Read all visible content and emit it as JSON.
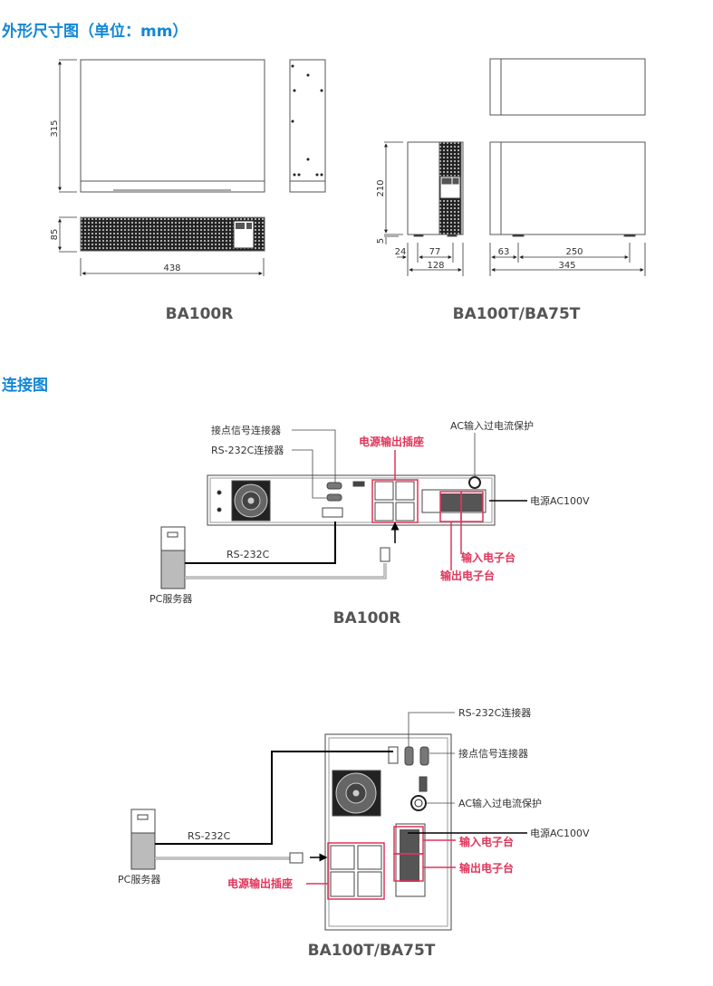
{
  "dimensions_section": {
    "title": "外形尺寸图（单位：mm）",
    "ba100r": {
      "caption": "BA100R",
      "depth": "315",
      "height": "85",
      "width": "438"
    },
    "ba100t": {
      "caption": "BA100T/BA75T",
      "height": "210",
      "foot_height": "5",
      "front_offset": "24",
      "front_panel": "77",
      "width": "128",
      "side_offset": "63",
      "side_foot_span": "250",
      "depth": "345"
    }
  },
  "connection_section": {
    "title": "连接图",
    "ba100r": {
      "caption": "BA100R",
      "contact_connector": "接点信号连接器",
      "rs232_connector": "RS-232C连接器",
      "power_outlet": "电源输出插座",
      "ac_breaker": "AC输入过电流保护",
      "power_input": "电源AC100V",
      "input_terminal": "输入电子台",
      "output_terminal": "输出电子台",
      "rs232_cable": "RS-232C",
      "pc_server": "PC服务器"
    },
    "ba100t": {
      "caption": "BA100T/BA75T",
      "rs232_connector": "RS-232C连接器",
      "contact_connector": "接点信号连接器",
      "ac_breaker": "AC输入过电流保护",
      "power_input": "电源AC100V",
      "input_terminal": "输入电子台",
      "output_terminal": "输出电子台",
      "power_outlet": "电源输出插座",
      "rs232_cable": "RS-232C",
      "pc_server": "PC服务器"
    }
  },
  "colors": {
    "title_blue": "#1487d4",
    "highlight_red": "#e0345a",
    "caption_gray": "#555555"
  }
}
